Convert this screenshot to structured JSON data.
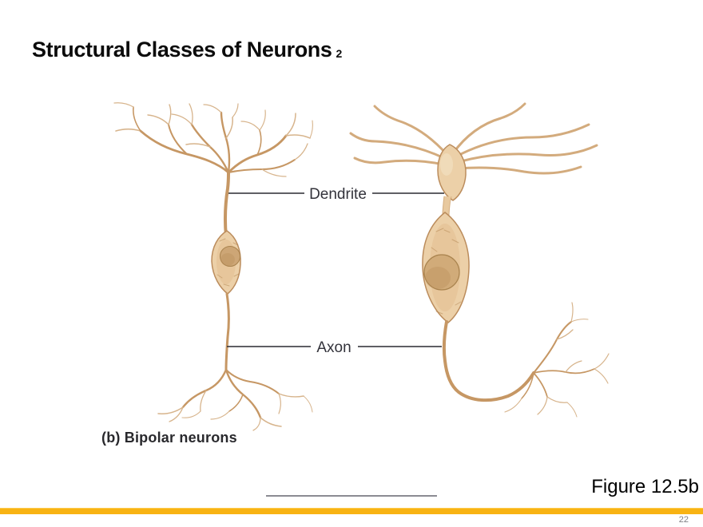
{
  "slide": {
    "title": "Structural Classes of Neurons",
    "title_suffix": "2",
    "figure_reference": "Figure 12.5b",
    "page_number": "22"
  },
  "figure": {
    "caption": "(b) Bipolar neurons",
    "labels": [
      {
        "text": "Dendrite"
      },
      {
        "text": "Axon"
      }
    ]
  },
  "colors": {
    "accent_bar": "#F8B313",
    "label_text": "#33333B",
    "leader_line": "#2A2A30",
    "caption_text": "#29292D",
    "neuron_fill": "#ECD0A8",
    "neuron_outline": "#BB8C5C",
    "neuron_branch": "#C6976A",
    "nucleus_fill": "#CFA977",
    "page_number_text": "#7F7F84"
  }
}
